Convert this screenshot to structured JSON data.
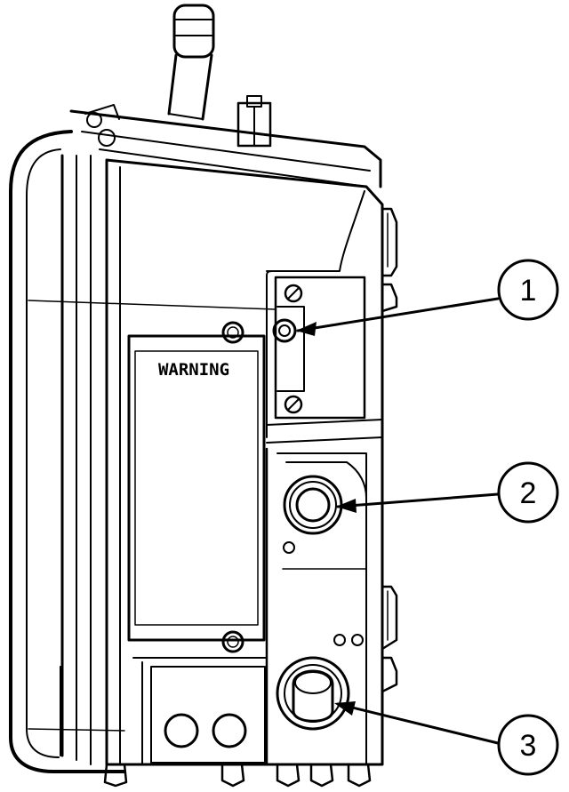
{
  "diagram": {
    "warning_label": "WARNING",
    "callouts": [
      {
        "label": "1"
      },
      {
        "label": "2"
      },
      {
        "label": "3"
      }
    ]
  },
  "colors": {
    "stroke": "#000000",
    "background": "#ffffff"
  }
}
